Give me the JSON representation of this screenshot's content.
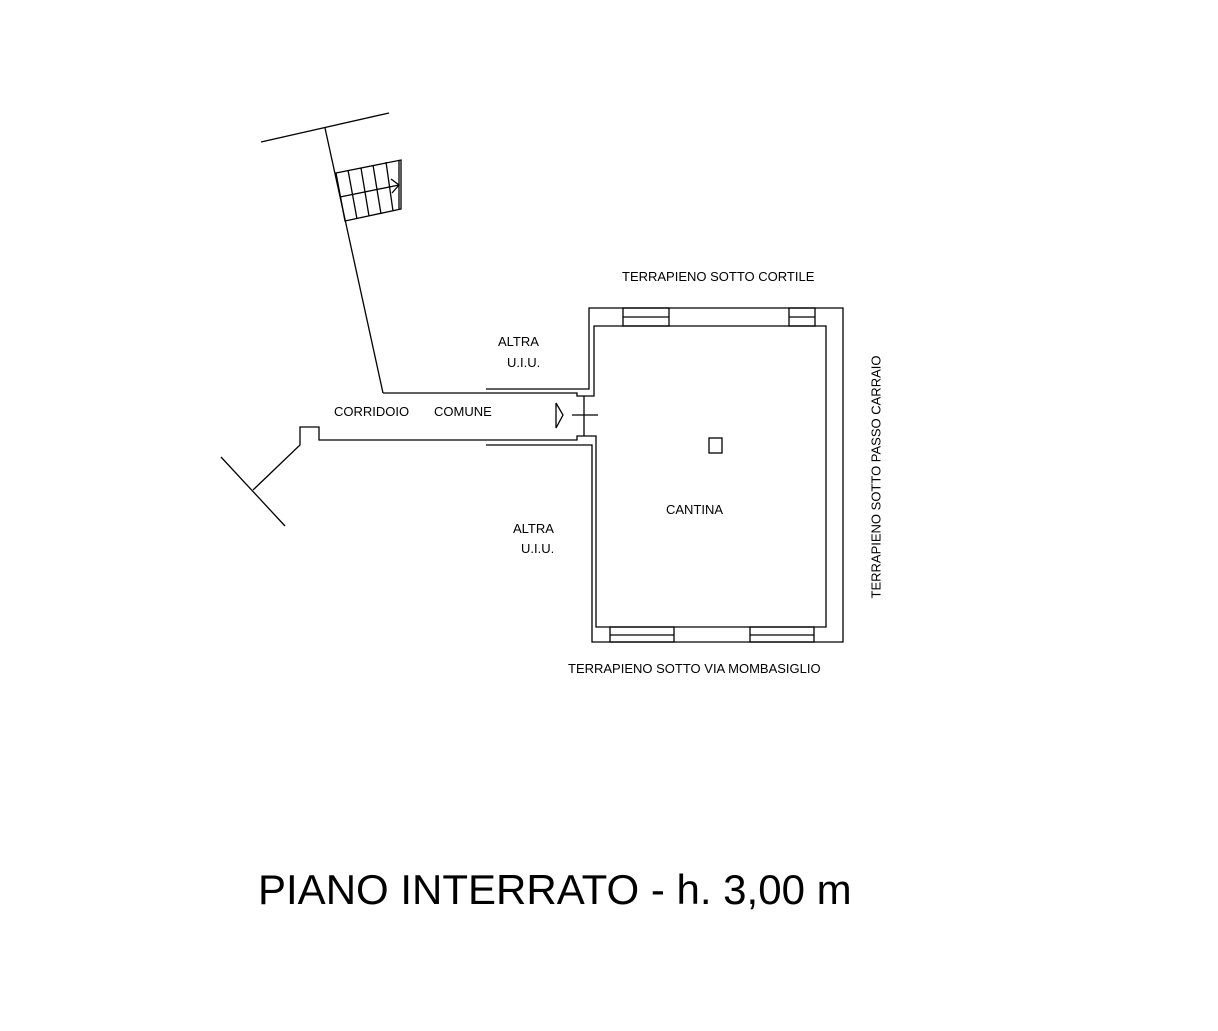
{
  "title": "PIANO INTERRATO - h. 3,00 m",
  "labels": {
    "north": "TERRAPIENO SOTTO CORTILE",
    "east": "TERRAPIENO SOTTO PASSO CARRAIO",
    "south": "TERRAPIENO SOTTO VIA MOMBASIGLIO",
    "altra_top_1": "ALTRA",
    "altra_top_2": "U.I.U.",
    "altra_bottom_1": "ALTRA",
    "altra_bottom_2": "U.I.U.",
    "corridoio": "CORRIDOIO",
    "comune": "COMUNE",
    "cantina": "CANTINA"
  }
}
